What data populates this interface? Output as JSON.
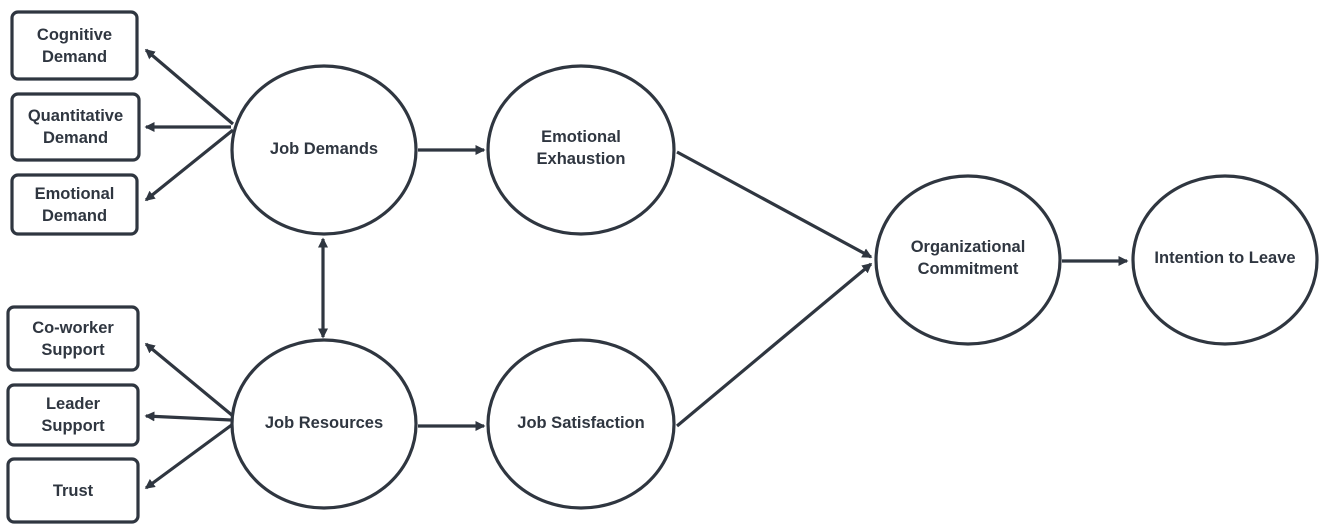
{
  "diagram": {
    "nodes": {
      "cognitive_demand": "Cognitive\nDemand",
      "quantitative_demand": "Quantitative\nDemand",
      "emotional_demand": "Emotional\nDemand",
      "coworker_support": "Co-worker\nSupport",
      "leader_support": "Leader\nSupport",
      "trust": "Trust",
      "job_demands": "Job Demands",
      "job_resources": "Job Resources",
      "emotional_exhaustion": "Emotional\nExhaustion",
      "job_satisfaction": "Job Satisfaction",
      "organizational_commitment": "Organizational\nCommitment",
      "intention_to_leave": "Intention to Leave"
    },
    "colors": {
      "stroke": "#2f3640",
      "fill": "#ffffff",
      "text": "#2f3640"
    }
  }
}
